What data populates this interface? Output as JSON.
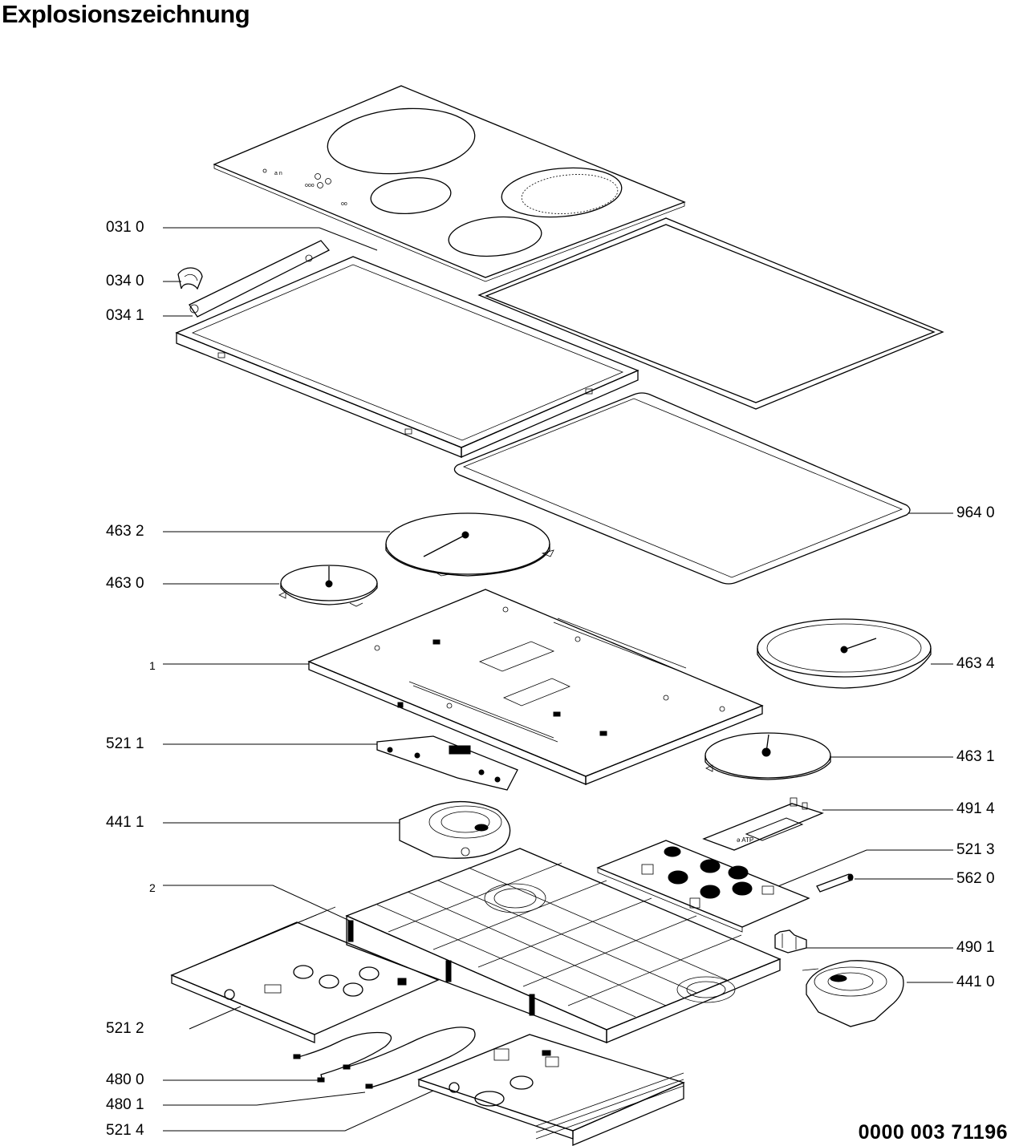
{
  "title": "Explosionszeichnung",
  "document_number": "0000 003 71196",
  "labels_left": [
    {
      "id": "031-0",
      "text": "031 0"
    },
    {
      "id": "034-0",
      "text": "034 0"
    },
    {
      "id": "034-1",
      "text": "034 1"
    },
    {
      "id": "463-2",
      "text": "463 2"
    },
    {
      "id": "463-0",
      "text": "463 0"
    },
    {
      "id": "1",
      "text": "1"
    },
    {
      "id": "521-1",
      "text": "521 1"
    },
    {
      "id": "441-1",
      "text": "441 1"
    },
    {
      "id": "2",
      "text": "2"
    },
    {
      "id": "521-2",
      "text": "521 2"
    },
    {
      "id": "480-0",
      "text": "480 0"
    },
    {
      "id": "480-1",
      "text": "480 1"
    },
    {
      "id": "521-4",
      "text": "521 4"
    }
  ],
  "labels_right": [
    {
      "id": "964-0",
      "text": "964 0"
    },
    {
      "id": "463-4",
      "text": "463 4"
    },
    {
      "id": "463-1",
      "text": "463 1"
    },
    {
      "id": "491-4",
      "text": "491 4"
    },
    {
      "id": "521-3",
      "text": "521 3"
    },
    {
      "id": "562-0",
      "text": "562 0"
    },
    {
      "id": "490-1",
      "text": "490 1"
    },
    {
      "id": "441-0",
      "text": "441 0"
    }
  ]
}
